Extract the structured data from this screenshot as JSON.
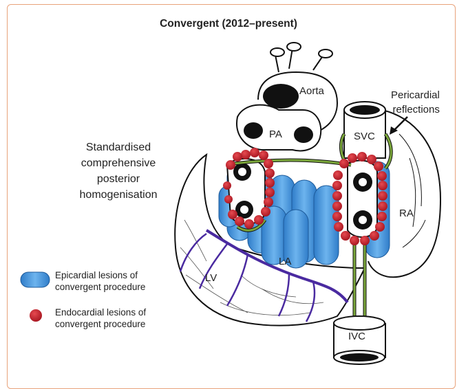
{
  "title": "Convergent (2012–present)",
  "side_annotation": [
    "Standardised",
    "comprehensive",
    "posterior",
    "homogenisation"
  ],
  "anatomy_labels": {
    "aorta": "Aorta",
    "pa": "PA",
    "svc": "SVC",
    "ra": "RA",
    "la": "LA",
    "lv": "LV",
    "ivc": "IVC",
    "pericardial_line1": "Pericardial",
    "pericardial_line2": "reflections"
  },
  "legend": {
    "epicardial": {
      "line1": "Epicardial lesions of",
      "line2": "convergent procedure",
      "color": "#3a8fd6"
    },
    "endocardial": {
      "line1": "Endocardial lesions of",
      "line2": "convergent procedure",
      "color": "#c81e2a"
    }
  },
  "colors": {
    "frame": "#e8a27a",
    "vessel_line": "#4a2aa0",
    "reflection_line": "#7aa63a",
    "outline": "#111111"
  },
  "icons": [
    "heart-illustration",
    "arrow-icon",
    "blue-lesion-swatch",
    "red-dot-swatch"
  ]
}
